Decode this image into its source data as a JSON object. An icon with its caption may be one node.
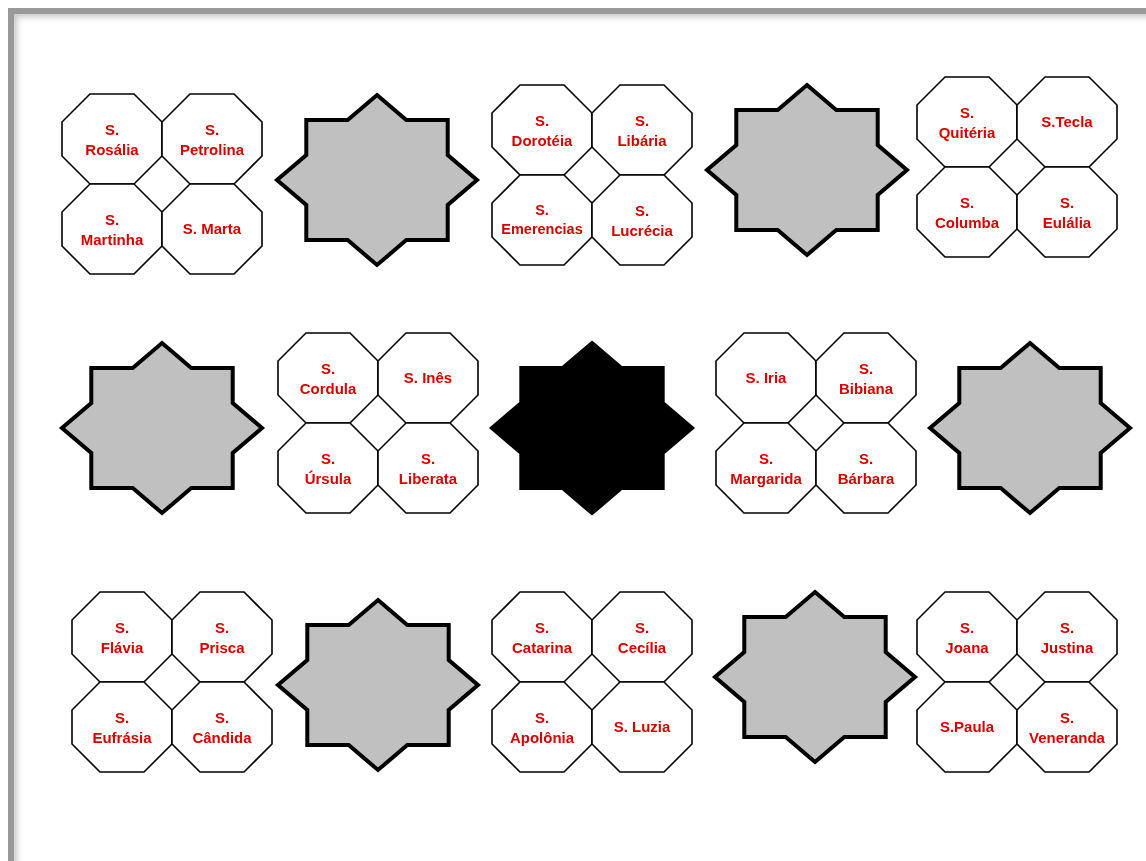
{
  "diagram": {
    "nodes": [
      {
        "text": [
          "S. Rosália"
        ]
      },
      {
        "text": [
          "S. Petrolina"
        ]
      },
      {
        "text": [
          "S. Martinha"
        ]
      },
      {
        "text": [
          "S. Marta"
        ]
      },
      {
        "text": [],
        "shape": "star"
      },
      {
        "text": [
          "S. Dorotéia"
        ]
      },
      {
        "text": [
          "S. Libária"
        ]
      },
      {
        "text": [
          "S. Emerencias"
        ]
      },
      {
        "text": [
          "S. Lucrécia"
        ]
      },
      {
        "text": [],
        "shape": "star"
      },
      {
        "text": [
          "S. Quitéria"
        ]
      },
      {
        "text": [
          "S.Tecla"
        ]
      },
      {
        "text": [
          "S. Columba"
        ]
      },
      {
        "text": [
          "S. Eulália"
        ]
      },
      {
        "text": [],
        "shape": "star"
      },
      {
        "text": [
          "S. Cordula"
        ]
      },
      {
        "text": [
          "S. Inês"
        ]
      },
      {
        "text": [
          "S. Úrsula"
        ]
      },
      {
        "text": [
          "S. Liberata"
        ]
      },
      {
        "text": [],
        "shape": "star"
      },
      {
        "text": [
          "S. Iria"
        ]
      },
      {
        "text": [
          "S. Bibiana"
        ]
      },
      {
        "text": [
          "S. Margarida"
        ]
      },
      {
        "text": [
          "S. Bárbara"
        ]
      },
      {
        "text": [],
        "shape": "star"
      },
      {
        "text": [
          "S. Flávia"
        ]
      },
      {
        "text": [
          "S. Prisca"
        ]
      },
      {
        "text": [
          "S. Eufrásia"
        ]
      },
      {
        "text": [
          "S. Cândida"
        ]
      },
      {
        "text": [],
        "shape": "star"
      },
      {
        "text": [
          "S. Catarina"
        ]
      },
      {
        "text": [
          "S. Cecília"
        ]
      },
      {
        "text": [
          "S. Apolônia"
        ]
      },
      {
        "text": [
          "S. Luzia"
        ]
      },
      {
        "text": [],
        "shape": "star"
      },
      {
        "text": [
          "S. Joana"
        ]
      },
      {
        "text": [
          "S. Justina"
        ]
      },
      {
        "text": [
          "S.Paula"
        ]
      },
      {
        "text": [
          "S. Veneranda"
        ]
      }
    ]
  }
}
